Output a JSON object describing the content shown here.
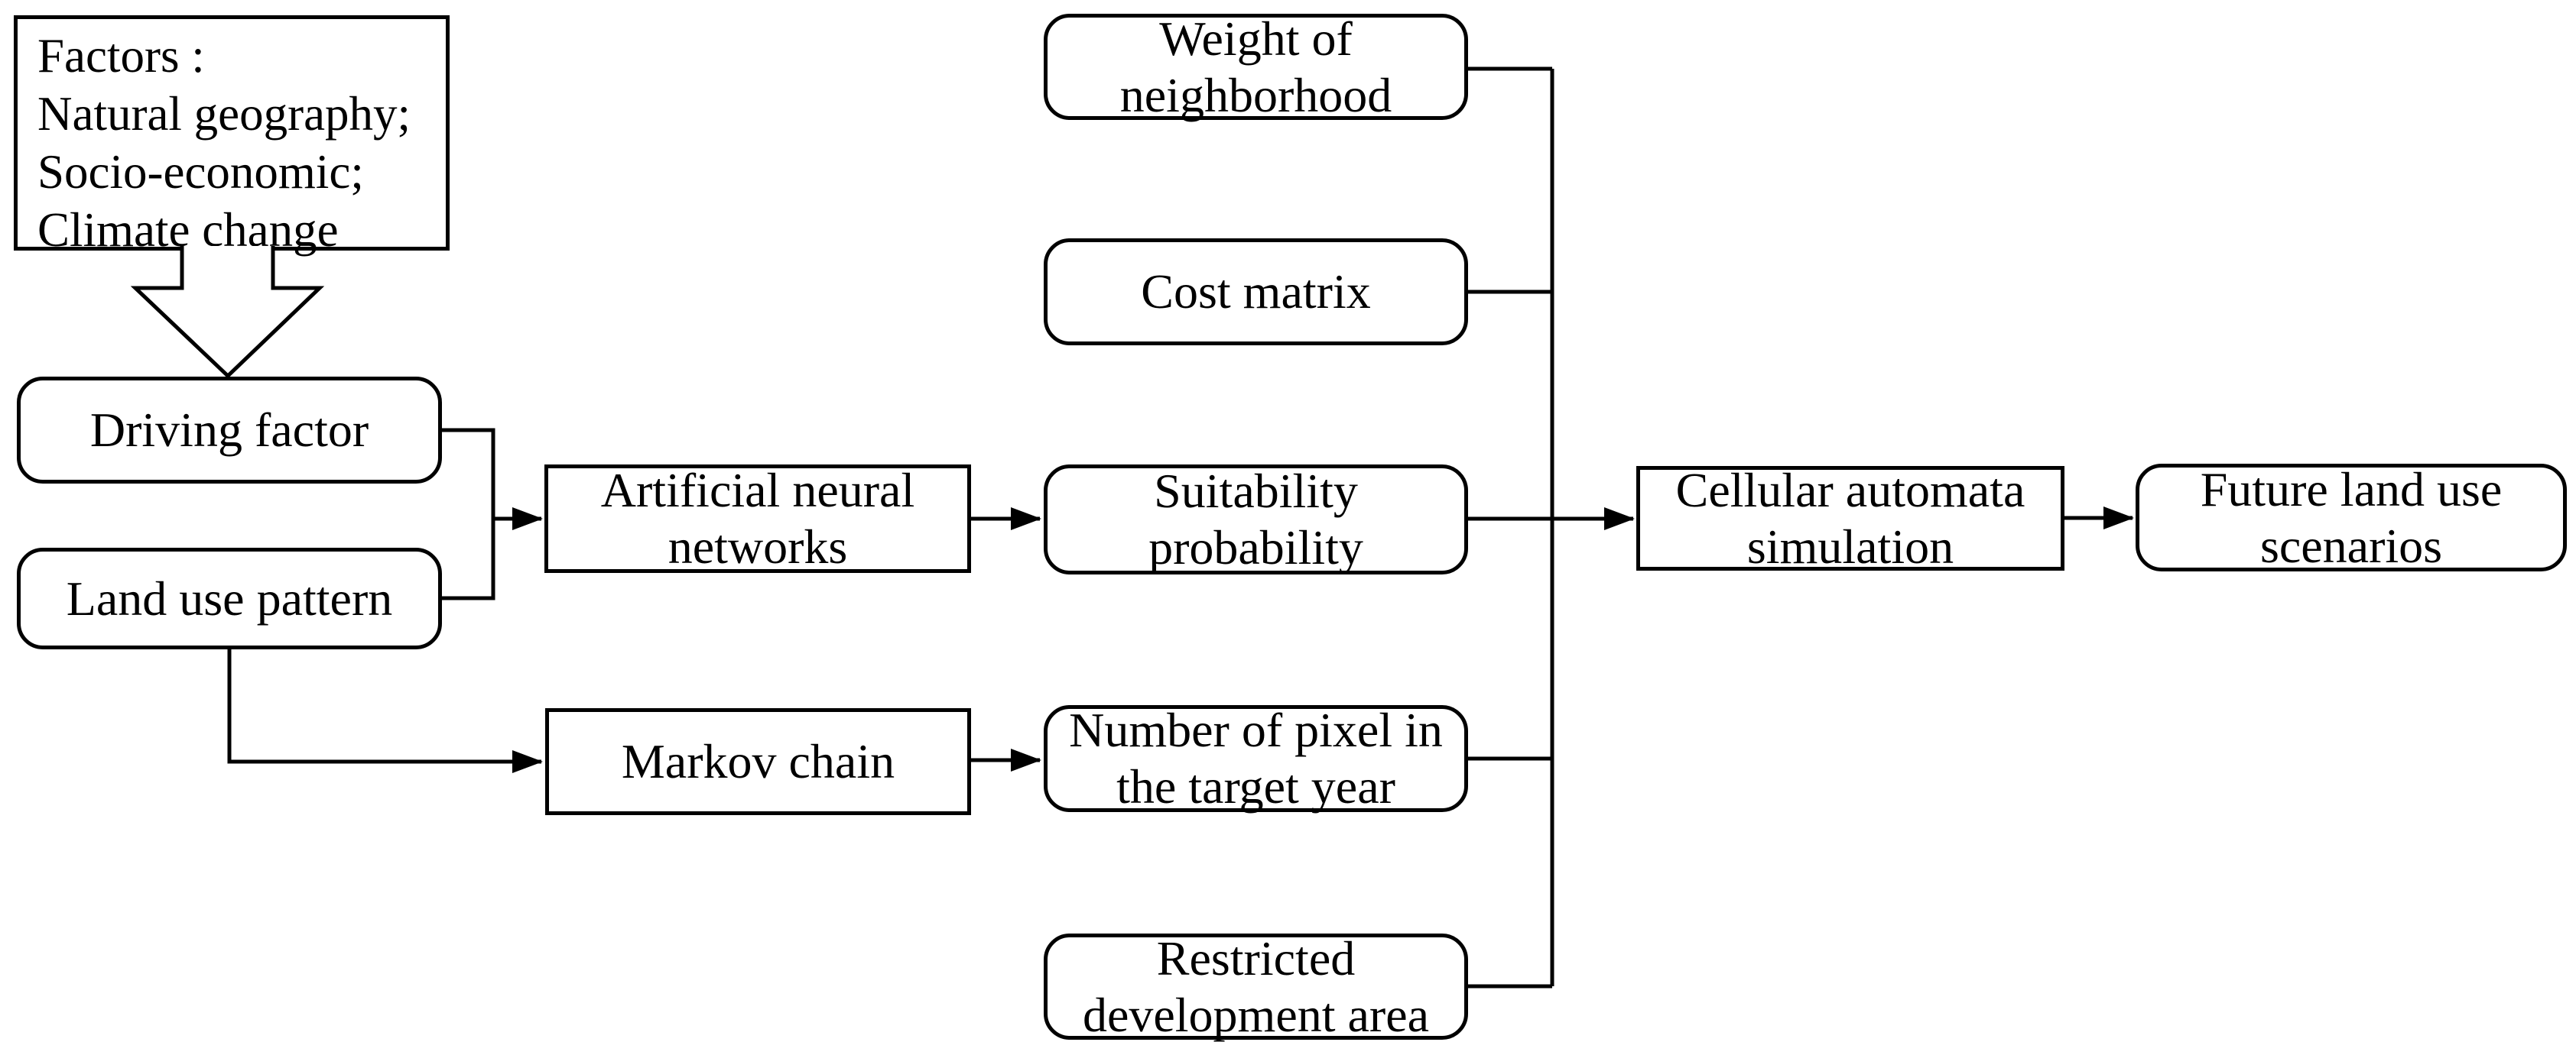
{
  "diagram": {
    "title": "Land use change simulation flowchart",
    "colors": {
      "stroke": "#000000",
      "node_fill": "#ffffff",
      "text": "#000000",
      "background": "#ffffff"
    },
    "nodes": {
      "factors": {
        "lines": [
          "Factors :",
          "Natural geography;",
          "Socio-economic;",
          "Climate change"
        ]
      },
      "driving_factor": {
        "label": "Driving factor"
      },
      "land_use_pattern": {
        "label": "Land use pattern"
      },
      "artificial_neural_networks": {
        "lines": [
          "Artificial neural",
          "networks"
        ]
      },
      "markov_chain": {
        "label": "Markov chain"
      },
      "weight_of_neighborhood": {
        "lines": [
          "Weight of",
          "neighborhood"
        ]
      },
      "cost_matrix": {
        "label": "Cost matrix"
      },
      "suitability_probability": {
        "lines": [
          "Suitability",
          "probability"
        ]
      },
      "number_of_pixel": {
        "lines": [
          "Number of pixel in",
          "the target year"
        ]
      },
      "restricted_development_area": {
        "lines": [
          "Restricted",
          "development area"
        ]
      },
      "cellular_automata_simulation": {
        "lines": [
          "Cellular automata",
          "simulation"
        ]
      },
      "future_land_use_scenarios": {
        "lines": [
          "Future land use",
          "scenarios"
        ]
      }
    }
  }
}
